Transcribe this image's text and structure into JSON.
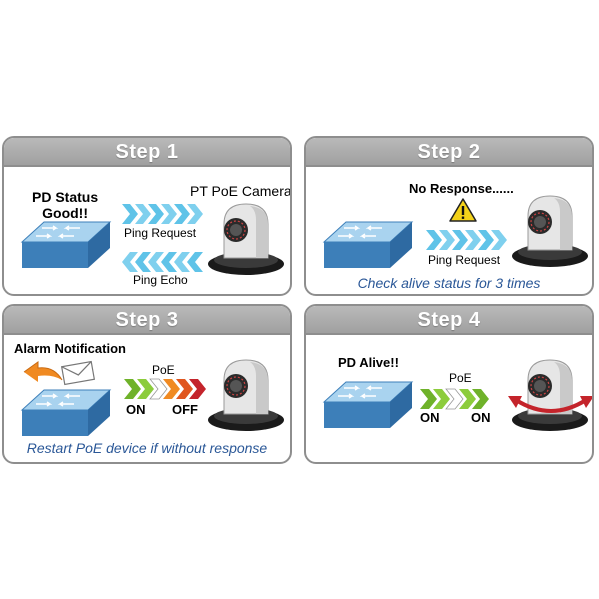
{
  "colors": {
    "header_gradient": [
      "#b9b9b9",
      "#a0a0a0"
    ],
    "border": "#8e8e8e",
    "switch_top": "#a9d3ef",
    "switch_front": "#3d7fb9",
    "caption": "#2a5797",
    "arrow_blue": "#5fc3e8",
    "arrow_green": "#6fb22a",
    "arrow_orange": "#f08a22",
    "arrow_red": "#c4242b"
  },
  "icons": [
    "network-switch-icon",
    "ptz-camera-icon",
    "warning-icon",
    "envelope-icon",
    "rotation-arrows-icon"
  ],
  "step1": {
    "title": "Step 1",
    "status": "PD Status\nGood!!",
    "camera_label": "PT PoE Camera",
    "ping_request": "Ping Request",
    "ping_echo": "Ping Echo"
  },
  "step2": {
    "title": "Step 2",
    "no_response": "No Response......",
    "ping_request": "Ping Request",
    "caption": "Check alive status for 3 times"
  },
  "step3": {
    "title": "Step 3",
    "alarm": "Alarm Notification",
    "poe": "PoE",
    "on": "ON",
    "off": "OFF",
    "caption": "Restart PoE device if without response"
  },
  "step4": {
    "title": "Step 4",
    "alive": "PD Alive!!",
    "poe": "PoE",
    "on1": "ON",
    "on2": "ON"
  }
}
